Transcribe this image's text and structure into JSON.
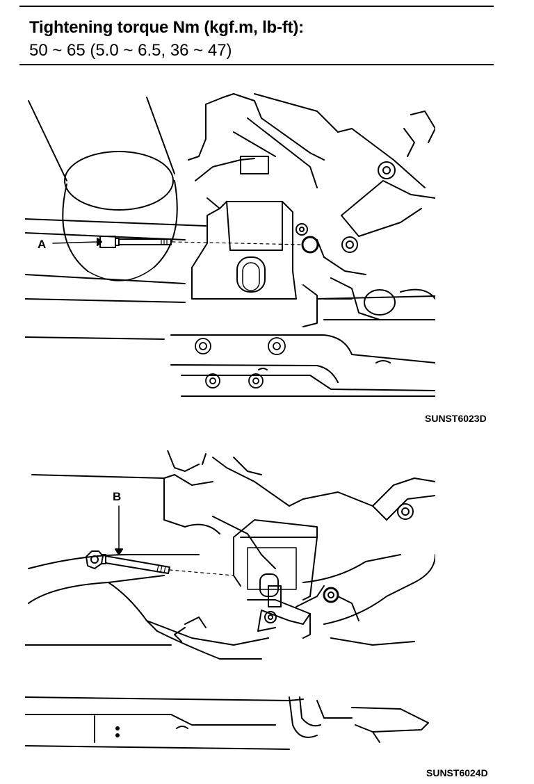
{
  "spec": {
    "title": "Tightening torque Nm (kgf.m, lb-ft):",
    "value": "50 ~ 65 (5.0 ~ 6.5, 36 ~ 47)"
  },
  "figures": [
    {
      "callout": "A",
      "code": "SUNST6023D"
    },
    {
      "callout": "B",
      "code": "SUNST6024D"
    }
  ]
}
